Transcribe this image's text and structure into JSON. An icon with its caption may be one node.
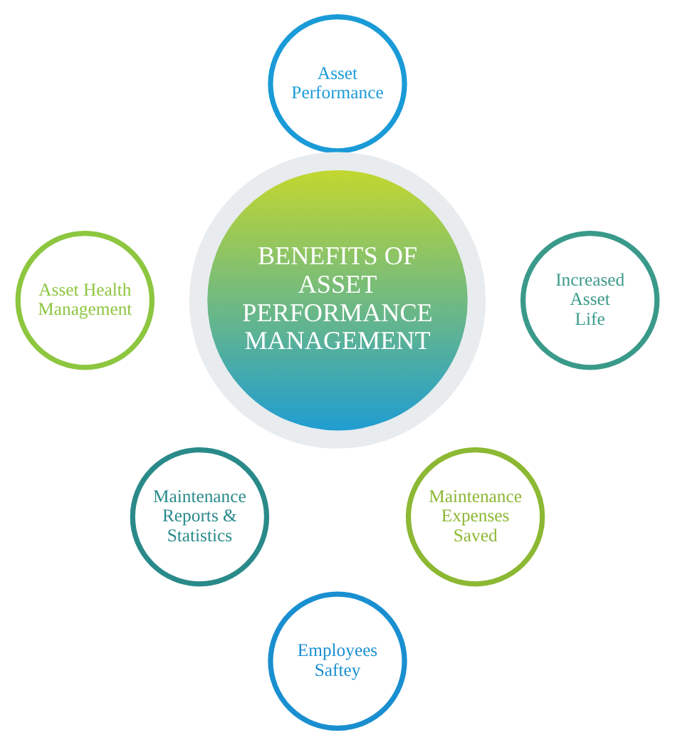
{
  "diagram": {
    "nodes": [
      {
        "text": [
          "Asset Performance"
        ]
      },
      {
        "text": [
          "Asset Health Management"
        ]
      },
      {
        "text": [
          "Increased Asset Life"
        ]
      },
      {
        "text": [
          "BENEFITS OF ASSET PERFORMANCE MANAGEMENT"
        ]
      },
      {
        "text": [
          "Maintenance Reports & Statistics"
        ]
      },
      {
        "text": [
          "Maintenance Expenses Saved"
        ]
      },
      {
        "text": [
          "Employees Saftey"
        ]
      }
    ],
    "edges": []
  }
}
